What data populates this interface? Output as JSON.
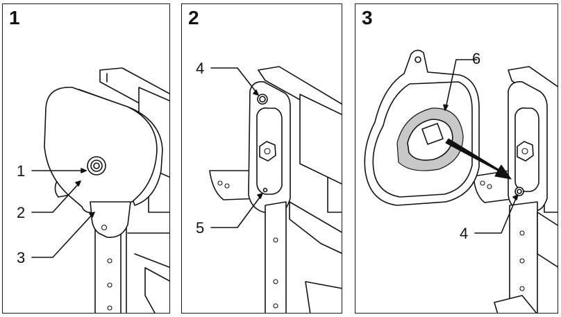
{
  "panels": [
    {
      "step": "1",
      "callouts": [
        "1",
        "2",
        "3"
      ]
    },
    {
      "step": "2",
      "callouts": [
        "4",
        "5"
      ]
    },
    {
      "step": "3",
      "callouts": [
        "6",
        "4"
      ]
    }
  ],
  "colors": {
    "line": "#111111",
    "highlight": "#c8c8c8",
    "arrow": "#111111"
  }
}
